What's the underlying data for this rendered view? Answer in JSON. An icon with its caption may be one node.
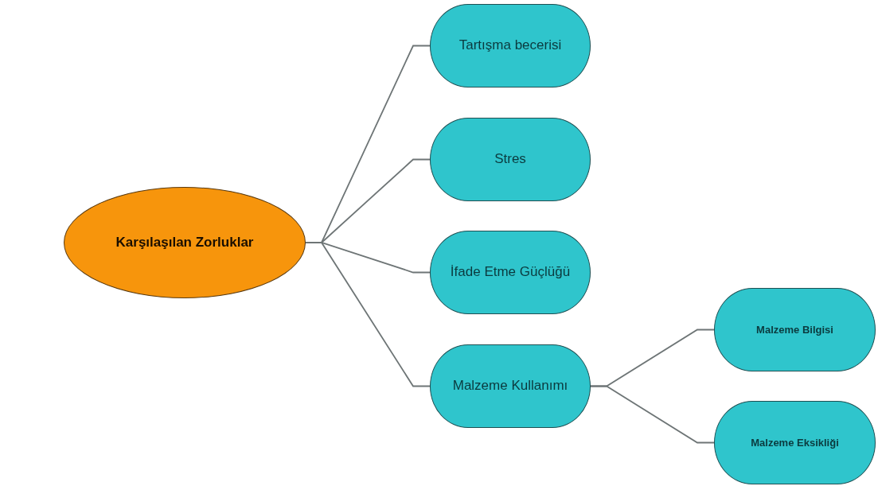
{
  "diagram": {
    "nodes": [
      {
        "text": [
          "Karşılaşılan Zorluklar"
        ]
      },
      {
        "text": [
          "Tartışma becerisi"
        ]
      },
      {
        "text": [
          "Stres"
        ]
      },
      {
        "text": [
          "İfade Etme Güçlüğü"
        ]
      },
      {
        "text": [
          "Malzeme Kullanımı"
        ]
      },
      {
        "text": [
          "Malzeme Bilgisi"
        ]
      },
      {
        "text": [
          "Malzeme Eksikliği"
        ]
      }
    ],
    "edges": [
      {
        "from": 0,
        "to": 1,
        "arrow": "none"
      },
      {
        "from": 0,
        "to": 2,
        "arrow": "none"
      },
      {
        "from": 0,
        "to": 3,
        "arrow": "none"
      },
      {
        "from": 0,
        "to": 4,
        "arrow": "none"
      },
      {
        "from": 4,
        "to": 5,
        "arrow": "none"
      },
      {
        "from": 4,
        "to": 6,
        "arrow": "none"
      }
    ]
  }
}
